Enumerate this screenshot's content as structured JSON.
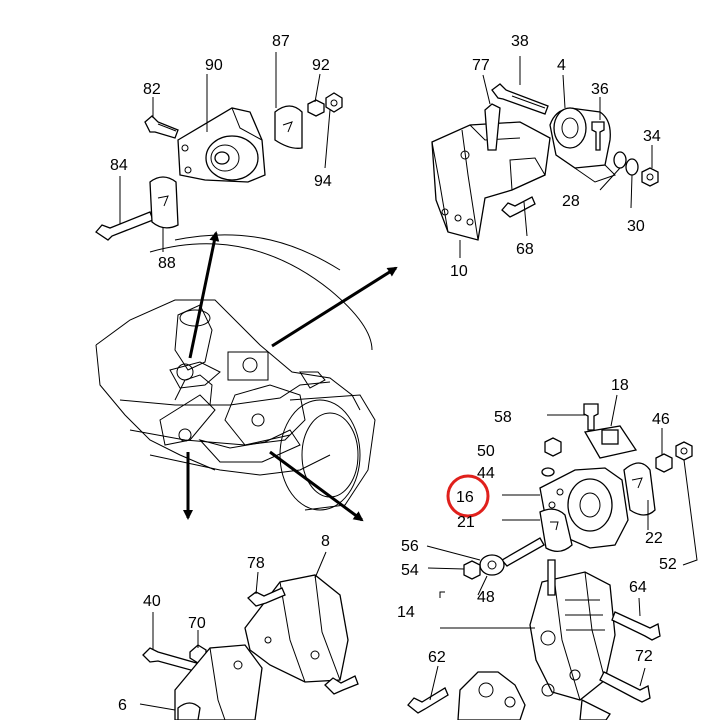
{
  "diagram": {
    "highlight_color": "#e0201c",
    "callouts": {
      "c82": "82",
      "c90": "90",
      "c87": "87",
      "c92": "92",
      "c84": "84",
      "c94": "94",
      "c88": "88",
      "c38": "38",
      "c77": "77",
      "c4": "4",
      "c36": "36",
      "c34": "34",
      "c28": "28",
      "c30": "30",
      "c68": "68",
      "c10": "10",
      "c18": "18",
      "c58": "58",
      "c46": "46",
      "c50": "50",
      "c44": "44",
      "c16": "16",
      "c21": "21",
      "c22": "22",
      "c52": "52",
      "c56": "56",
      "c54": "54",
      "c48": "48",
      "c64": "64",
      "c14": "14",
      "c72": "72",
      "c62": "62",
      "c8": "8",
      "c78": "78",
      "c40": "40",
      "c70": "70",
      "c6": "6"
    }
  }
}
